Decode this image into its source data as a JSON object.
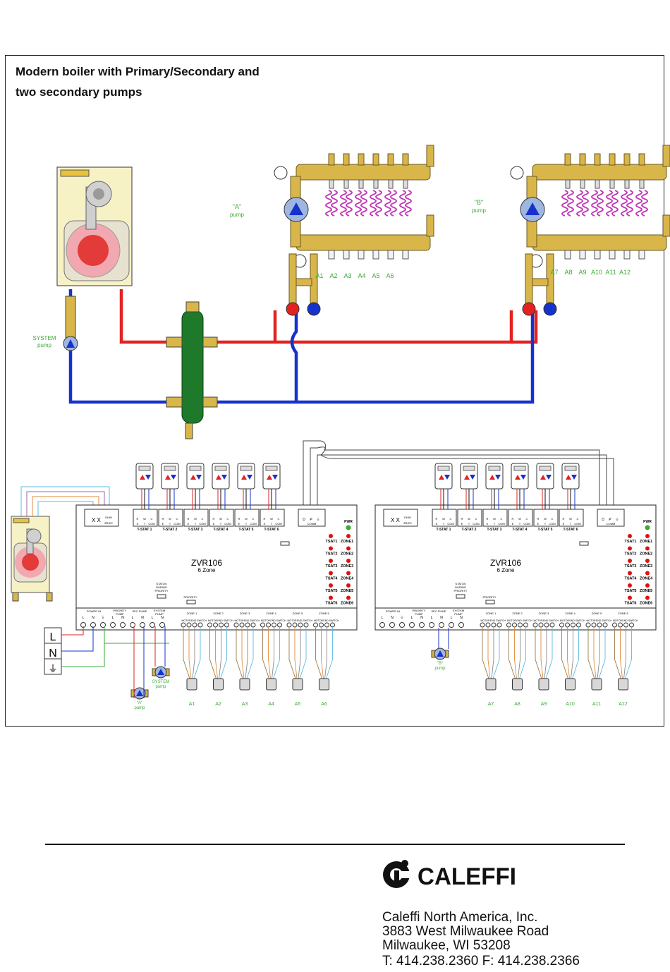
{
  "title": {
    "line1": "Modern boiler with Primary/Secondary and",
    "line2": "two secondary pumps"
  },
  "labels": {
    "pump_a": [
      "\"A\"",
      "pump"
    ],
    "pump_b": [
      "\"B\"",
      "pump"
    ],
    "system_pump": [
      "SYSTEM",
      "pump"
    ],
    "loops_a": [
      "A1",
      "A2",
      "A3",
      "A4",
      "A5",
      "A6"
    ],
    "loops_b": [
      "A7",
      "A8",
      "A9",
      "A10",
      "A11",
      "A12"
    ]
  },
  "controller": {
    "model": "ZVR106",
    "zones": "6 Zone",
    "dhw": "DHW",
    "zr": "ZR/ZC",
    "xx": "X X",
    "comm": "COMM",
    "comm_terms": [
      "D",
      "P",
      "⏚"
    ],
    "pwr": "PWR",
    "tstat_terms": [
      "R",
      "W",
      "C"
    ],
    "tstat_terms2": [
      "E",
      "T",
      "COM"
    ],
    "tstats": [
      "T-STAT 1",
      "T-STAT 2",
      "T-STAT 3",
      "T-STAT 4",
      "T-STAT 5",
      "T-STAT 6"
    ],
    "tsat": [
      "TSAT1",
      "TSAT2",
      "TSAT3",
      "TSAT4",
      "TSAT5",
      "TSAT6"
    ],
    "zone_leds": [
      "ZONE1",
      "ZONE2",
      "ZONE3",
      "ZONE4",
      "ZONE5",
      "ZONE6"
    ],
    "status": [
      "STATUS",
      "DURING",
      "PRIORITY"
    ],
    "priority": "PRIORITY",
    "power_in": "POWER IN",
    "priority_pump": [
      "PRIORITY",
      "PUMP"
    ],
    "sec_pump": "SEC PUMP",
    "system_pump": [
      "SYSTEM",
      "PUMP"
    ],
    "power_terms": [
      "L",
      "N",
      "⏚",
      "L",
      "N",
      "L",
      "N",
      "L",
      "N"
    ],
    "zone_blocks": [
      "ZONE 1",
      "ZONE 2",
      "ZONE 3",
      "ZONE 4",
      "ZONE 5",
      "ZONE 6"
    ],
    "zone_sub": [
      "MOTOR",
      "END SWITCH"
    ],
    "actuators_left": [
      "A1",
      "A2",
      "A3",
      "A4",
      "A5",
      "A6"
    ],
    "actuators_right": [
      "A7",
      "A8",
      "A9",
      "A10",
      "A11",
      "A12"
    ]
  },
  "power_legend": [
    "L",
    "N",
    "⏚"
  ],
  "left_pumps": {
    "a": [
      "\"A\"",
      "pump"
    ],
    "system": [
      "SYSTEM",
      "pump"
    ]
  },
  "right_pump": [
    "\"B\"",
    "pump"
  ],
  "brand": "CALEFFI",
  "address": [
    "Caleffi North America, Inc.",
    "3883 West Milwaukee Road",
    "Milwaukee, WI 53208",
    "T: 414.238.2360 F: 414.238.2366"
  ],
  "colors": {
    "supply": "#e32222",
    "return": "#1533cc",
    "brass": "#d9b64a",
    "sep": "#1e7a2a",
    "green_text": "#3aaa35",
    "boiler": "#f7f1c6"
  }
}
